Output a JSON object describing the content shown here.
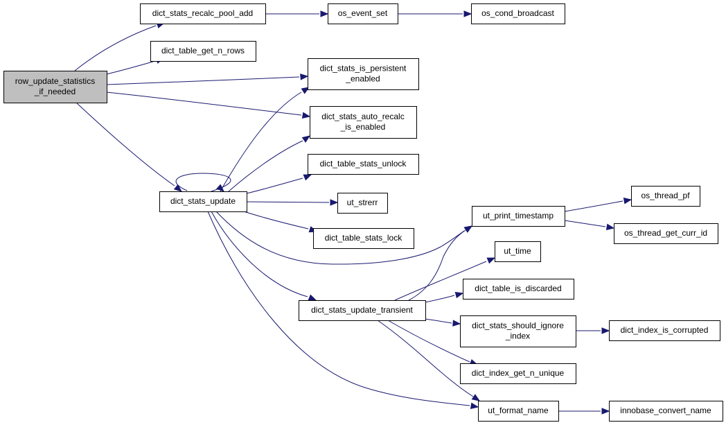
{
  "diagram": {
    "colors": {
      "edge": "#191970",
      "root_fill": "#bfbfbf",
      "node_fill": "#ffffff"
    },
    "nodes": [
      {
        "id": "row_update_statistics_if_needed",
        "lines": [
          "row_update_statistics",
          "_if_needed"
        ],
        "root": true
      },
      {
        "id": "dict_stats_recalc_pool_add",
        "lines": [
          "dict_stats_recalc_pool_add"
        ]
      },
      {
        "id": "os_event_set",
        "lines": [
          "os_event_set"
        ]
      },
      {
        "id": "os_cond_broadcast",
        "lines": [
          "os_cond_broadcast"
        ]
      },
      {
        "id": "dict_table_get_n_rows",
        "lines": [
          "dict_table_get_n_rows"
        ]
      },
      {
        "id": "dict_stats_is_persistent_enabled",
        "lines": [
          "dict_stats_is_persistent",
          "_enabled"
        ]
      },
      {
        "id": "dict_stats_auto_recalc_is_enabled",
        "lines": [
          "dict_stats_auto_recalc",
          "_is_enabled"
        ]
      },
      {
        "id": "dict_table_stats_unlock",
        "lines": [
          "dict_table_stats_unlock"
        ]
      },
      {
        "id": "dict_stats_update",
        "lines": [
          "dict_stats_update"
        ]
      },
      {
        "id": "ut_strerr",
        "lines": [
          "ut_strerr"
        ]
      },
      {
        "id": "dict_table_stats_lock",
        "lines": [
          "dict_table_stats_lock"
        ]
      },
      {
        "id": "ut_print_timestamp",
        "lines": [
          "ut_print_timestamp"
        ]
      },
      {
        "id": "os_thread_pf",
        "lines": [
          "os_thread_pf"
        ]
      },
      {
        "id": "os_thread_get_curr_id",
        "lines": [
          "os_thread_get_curr_id"
        ]
      },
      {
        "id": "ut_time",
        "lines": [
          "ut_time"
        ]
      },
      {
        "id": "dict_stats_update_transient",
        "lines": [
          "dict_stats_update_transient"
        ]
      },
      {
        "id": "dict_table_is_discarded",
        "lines": [
          "dict_table_is_discarded"
        ]
      },
      {
        "id": "dict_stats_should_ignore_index",
        "lines": [
          "dict_stats_should_ignore",
          "_index"
        ]
      },
      {
        "id": "dict_index_is_corrupted",
        "lines": [
          "dict_index_is_corrupted"
        ]
      },
      {
        "id": "dict_index_get_n_unique",
        "lines": [
          "dict_index_get_n_unique"
        ]
      },
      {
        "id": "ut_format_name",
        "lines": [
          "ut_format_name"
        ]
      },
      {
        "id": "innobase_convert_name",
        "lines": [
          "innobase_convert_name"
        ]
      }
    ],
    "edges": [
      {
        "from": "row_update_statistics_if_needed",
        "to": "dict_stats_recalc_pool_add"
      },
      {
        "from": "row_update_statistics_if_needed",
        "to": "dict_table_get_n_rows"
      },
      {
        "from": "row_update_statistics_if_needed",
        "to": "dict_stats_is_persistent_enabled"
      },
      {
        "from": "row_update_statistics_if_needed",
        "to": "dict_stats_auto_recalc_is_enabled"
      },
      {
        "from": "row_update_statistics_if_needed",
        "to": "dict_stats_update"
      },
      {
        "from": "dict_stats_recalc_pool_add",
        "to": "os_event_set"
      },
      {
        "from": "os_event_set",
        "to": "os_cond_broadcast"
      },
      {
        "from": "dict_stats_update",
        "to": "dict_stats_update"
      },
      {
        "from": "dict_stats_update",
        "to": "dict_stats_is_persistent_enabled"
      },
      {
        "from": "dict_stats_update",
        "to": "dict_stats_auto_recalc_is_enabled"
      },
      {
        "from": "dict_stats_update",
        "to": "dict_table_stats_unlock"
      },
      {
        "from": "dict_stats_update",
        "to": "ut_strerr"
      },
      {
        "from": "dict_stats_update",
        "to": "dict_table_stats_lock"
      },
      {
        "from": "dict_stats_update",
        "to": "ut_print_timestamp"
      },
      {
        "from": "dict_stats_update",
        "to": "dict_stats_update_transient"
      },
      {
        "from": "dict_stats_update",
        "to": "ut_format_name"
      },
      {
        "from": "ut_print_timestamp",
        "to": "os_thread_pf"
      },
      {
        "from": "ut_print_timestamp",
        "to": "os_thread_get_curr_id"
      },
      {
        "from": "dict_stats_update_transient",
        "to": "ut_print_timestamp"
      },
      {
        "from": "dict_stats_update_transient",
        "to": "ut_time"
      },
      {
        "from": "dict_stats_update_transient",
        "to": "dict_table_is_discarded"
      },
      {
        "from": "dict_stats_update_transient",
        "to": "dict_stats_should_ignore_index"
      },
      {
        "from": "dict_stats_update_transient",
        "to": "dict_index_get_n_unique"
      },
      {
        "from": "dict_stats_update_transient",
        "to": "ut_format_name"
      },
      {
        "from": "dict_stats_should_ignore_index",
        "to": "dict_index_is_corrupted"
      },
      {
        "from": "ut_format_name",
        "to": "innobase_convert_name"
      }
    ]
  }
}
